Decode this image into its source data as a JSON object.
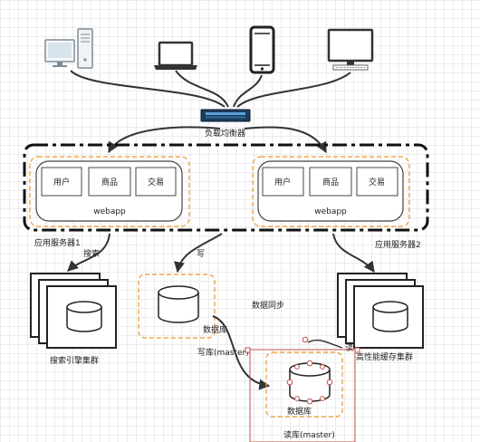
{
  "devices": {
    "load_balancer": "负载均衡器"
  },
  "servers": [
    {
      "modules": [
        "用户",
        "商品",
        "交易"
      ],
      "app": "webapp",
      "name": "应用服务器1"
    },
    {
      "modules": [
        "用户",
        "商品",
        "交易"
      ],
      "app": "webapp",
      "name": "应用服务器2"
    }
  ],
  "edges": {
    "search": "搜索",
    "write": "写",
    "read": "读",
    "sync": "数据同步"
  },
  "clusters": {
    "search_engine": "搜索引擎集群",
    "cache": "高性能缓存集群"
  },
  "databases": {
    "write_db_name": "数据库",
    "write_db_caption": "写库(master)",
    "read_db_name": "数据库",
    "read_db_caption": "读库(master)"
  },
  "colors": {
    "dashed_border": "#f0a64b",
    "server_box": "#444444",
    "selection": "#c0504d",
    "line": "#333333"
  }
}
